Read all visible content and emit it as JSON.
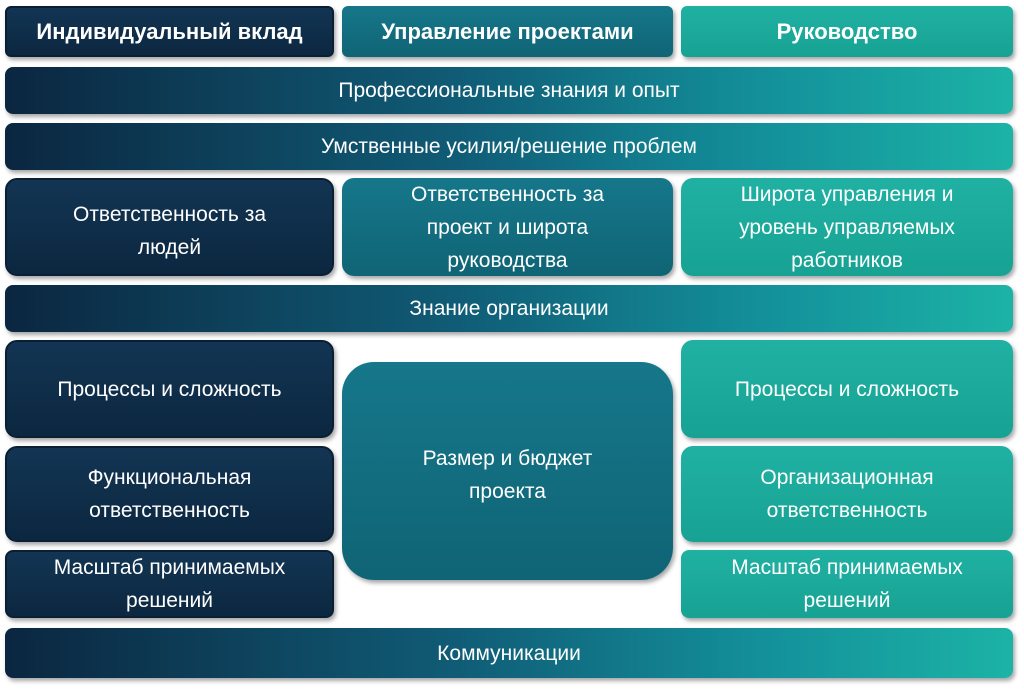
{
  "headers": {
    "individual": "Индивидуальный вклад",
    "projects": "Управление проектами",
    "leadership": "Руководство"
  },
  "rows": {
    "knowledge": "Профессиональные знания и опыт",
    "mental": "Умственные усилия/решение проблем",
    "org_knowledge": "Знание организации",
    "communications": "Коммуникации"
  },
  "individual": {
    "people": "Ответственность за\nлюдей",
    "processes": "Процессы и сложность",
    "functional": "Функциональная\nответственность",
    "scale": "Масштаб принимаемых\nрешений"
  },
  "projects": {
    "responsibility": "Ответственность за\nпроект и широта\nруководства",
    "size_budget": "Размер и бюджет\nпроекта"
  },
  "leadership": {
    "breadth": "Широта управления и\nуровень управляемых\nработников",
    "processes": "Процессы и сложность",
    "org_responsibility": "Организационная\nответственность",
    "scale": "Масштаб принимаемых\nрешений"
  },
  "colors": {
    "individual": "#0c2740",
    "projects": "#0f6475",
    "leadership": "#17a293"
  }
}
